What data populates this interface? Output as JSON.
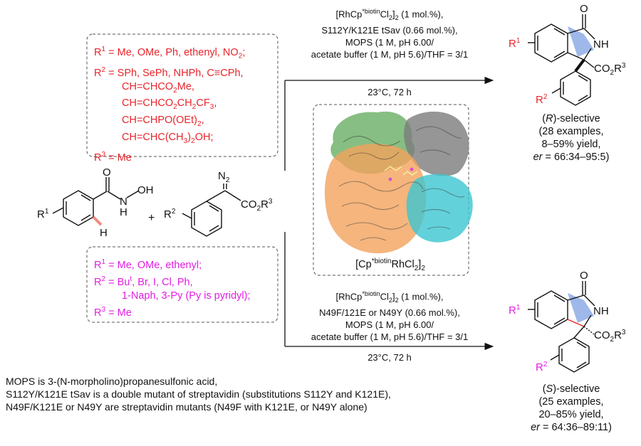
{
  "top_conditions": {
    "catalyst": "[RhCp*biotinCl2]2 (1 mol.%),",
    "mutant": "S112Y/K121E tSav (0.66 mol.%),",
    "buffer1": "MOPS (1 M, pH 6.00/",
    "buffer2": "acetate buffer (1 M, pH 5.6)/THF = 3/1",
    "temp_time": "23°C, 72 h"
  },
  "bottom_conditions": {
    "catalyst": "[RhCp*biotinCl2]2 (1 mol.%),",
    "mutant": "N49F/121E or N49Y (0.66 mol.%),",
    "buffer1": "MOPS (1 M, pH 6.00/",
    "buffer2": "acetate buffer (1 M, pH 5.6)/THF = 3/1",
    "temp_time": "23°C, 72 h"
  },
  "red_panel": {
    "r1": "R1 = Me, OMe, Ph, ethenyl, NO2;",
    "r2_a": "R2 = SPh, SePh, NHPh, C≡CPh,",
    "r2_b": "CH=CHCO2Me,",
    "r2_c": "CH=CHCO2CH2CF3,",
    "r2_d": "CH=CHPO(OEt)2,",
    "r2_e": "CH=CHC(CH3)2OH;",
    "r3": "R3 = Me"
  },
  "magenta_panel": {
    "r1": "R1 = Me, OMe, ethenyl;",
    "r2_a": "R2 = But, Br, I, Cl, Ph,",
    "r2_b": "1-Naph, 3-Py (Py is pyridyl);",
    "r3": "R3 = Me"
  },
  "protein_label": "[Cp*biotinRhCl2]2",
  "r_result": {
    "selectivity": "(R)-selective",
    "examples": "(28 examples,",
    "yield": "8–59% yield,",
    "er": "er = 66:34–95:5)"
  },
  "s_result": {
    "selectivity": "(S)-selective",
    "examples": "(25 examples,",
    "yield": "20–85% yield,",
    "er": "er = 64:36–89:11)"
  },
  "notes": {
    "line1": "MOPS is 3-(N-morpholino)propanesulfonic acid,",
    "line2": "S112Y/K121E tSav is a double mutant of streptavidin (substitutions S112Y and K121E),",
    "line3": "N49F/K121E or N49Y are streptavidin mutants (N49F with K121E, or N49Y alone)"
  },
  "chem_labels": {
    "r1": "R1",
    "r2": "R2",
    "r3_ester": "CO2R3",
    "n2": "N2",
    "o": "O",
    "oh": "OH",
    "n": "N",
    "h": "H",
    "nh": "NH",
    "plus": "+"
  },
  "colors": {
    "red": "#e8242a",
    "magenta": "#e21ee2",
    "blue_ring": "#9fb8ea",
    "salmon_bond": "#f08a80",
    "protein_green": "#5fa85a",
    "protein_orange": "#f2a35c",
    "protein_gray": "#7c7c7c",
    "protein_cyan": "#3cc6d0"
  }
}
